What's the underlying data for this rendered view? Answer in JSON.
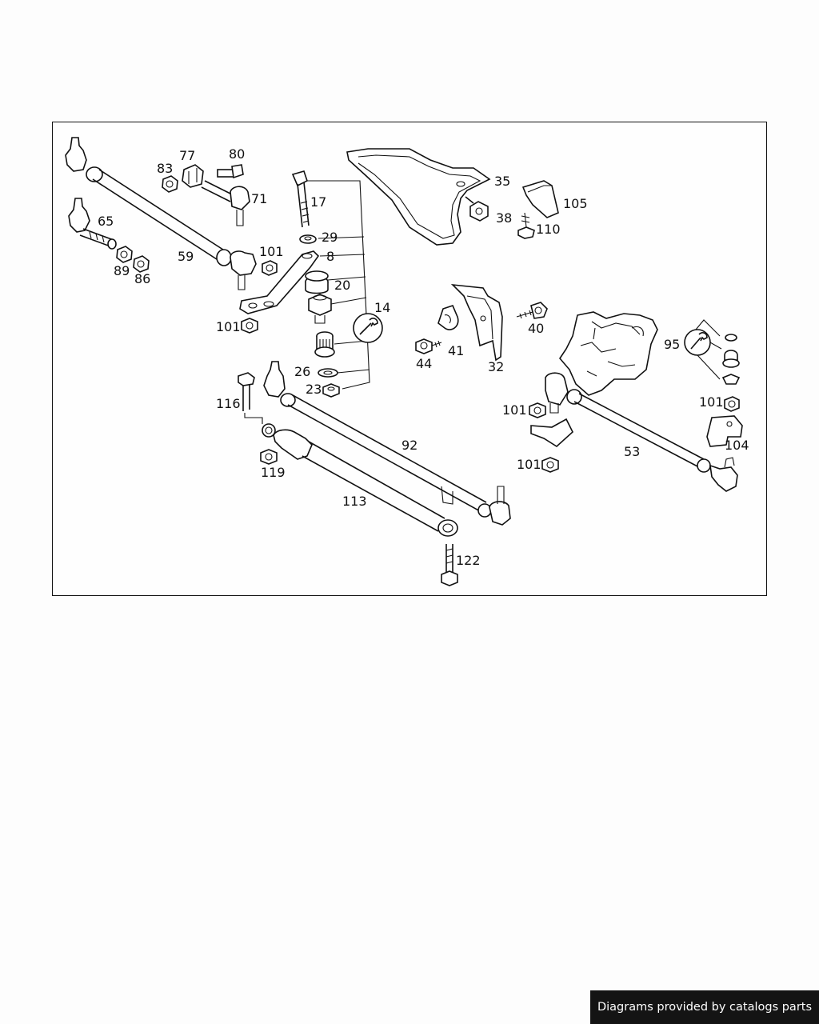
{
  "labels": {
    "p17": "17",
    "p29": "29",
    "p8": "8",
    "p20": "20",
    "p14": "14",
    "p26": "26",
    "p23": "23",
    "p35": "35",
    "p38": "38",
    "p105": "105",
    "p110": "110",
    "p83": "83",
    "p77": "77",
    "p80": "80",
    "p71": "71",
    "p65": "65",
    "p59": "59",
    "p89": "89",
    "p86": "86",
    "p101a": "101",
    "p101b": "101",
    "p41": "41",
    "p44": "44",
    "p32": "32",
    "p40": "40",
    "p95": "95",
    "p101c": "101",
    "p101d": "101",
    "p104": "104",
    "p101e": "101",
    "p53": "53",
    "p116": "116",
    "p92": "92",
    "p119": "119",
    "p113": "113",
    "p122": "122"
  },
  "footer": {
    "credit": "Diagrams provided by catalogs parts"
  }
}
